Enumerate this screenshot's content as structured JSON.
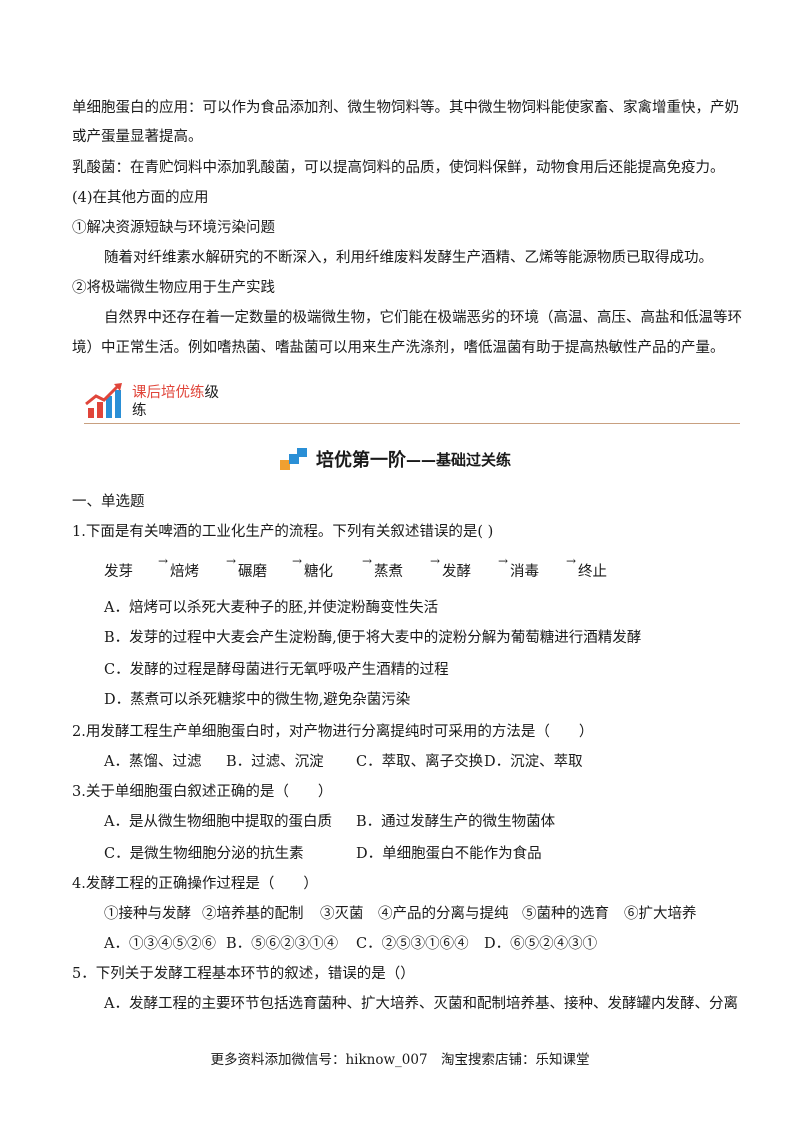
{
  "notes": {
    "l1": "单细胞蛋白的应用：可以作为食品添加剂、微生物饲料等。其中微生物饲料能使家畜、家禽增重快，产奶",
    "l2": "或产蛋量显著提高。",
    "l3": "乳酸菌：在青贮饲料中添加乳酸菌，可以提高饲料的品质，使饲料保鲜，动物食用后还能提高免疫力。",
    "l4": "(4)在其他方面的应用",
    "l5": "①解决资源短缺与环境污染问题",
    "l6": "随着对纤维素水解研究的不断深入，利用纤维废料发酵生产酒精、乙烯等能源物质已取得成功。",
    "l7": "②将极端微生物应用于生产实践",
    "l8": "自然界中还存在着一定数量的极端微生物，它们能在极端恶劣的环境（高温、高压、高盐和低温等环",
    "l9": "境）中正常生活。例如嗜热菌、嗜盐菌可以用来生产洗涤剂，嗜低温菌有助于提高热敏性产品的产量。"
  },
  "banner": {
    "red": "课后培优练",
    "black1": "级",
    "black2": "练"
  },
  "section": {
    "title": "培优第一阶",
    "subtitle": "——基础过关练"
  },
  "heading": "一、单选题",
  "q1": {
    "stem": "1.下面是有关啤酒的工业化生产的流程。下列有关叙述错误的是( )",
    "flow": [
      "发芽",
      "焙烤",
      "碾磨",
      "糖化",
      "蒸煮",
      "发酵",
      "消毒",
      "终止"
    ],
    "arrow": "→",
    "A": "A．焙烤可以杀死大麦种子的胚,并使淀粉酶变性失活",
    "B": "B．发芽的过程中大麦会产生淀粉酶,便于将大麦中的淀粉分解为葡萄糖进行酒精发酵",
    "C": "C．发酵的过程是酵母菌进行无氧呼吸产生酒精的过程",
    "D": "D．蒸煮可以杀死糖浆中的微生物,避免杂菌污染"
  },
  "q2": {
    "stem": "2.用发酵工程生产单细胞蛋白时，对产物进行分离提纯时可采用的方法是（　　）",
    "A": "A．蒸馏、过滤",
    "B": "B．过滤、沉淀",
    "C": "C．萃取、离子交换",
    "D": "D．沉淀、萃取"
  },
  "q3": {
    "stem": "3.关于单细胞蛋白叙述正确的是（　　）",
    "A": "A．是从微生物细胞中提取的蛋白质",
    "B": "B．通过发酵生产的微生物菌体",
    "C": "C．是微生物细胞分泌的抗生素",
    "D": "D．单细胞蛋白不能作为食品"
  },
  "q4": {
    "stem": "4.发酵工程的正确操作过程是（　　）",
    "steps": [
      "①接种与发酵",
      "②培养基的配制",
      "③灭菌",
      "④产品的分离与提纯",
      "⑤菌种的选育",
      "⑥扩大培养"
    ],
    "A": "A．①③④⑤②⑥",
    "B": "B．⑤⑥②③①④",
    "C": "C．②⑤③①⑥④",
    "D": "D．⑥⑤②④③①"
  },
  "q5": {
    "stem": "5．下列关于发酵工程基本环节的叙述，错误的是（）",
    "A": "A．发酵工程的主要环节包括选育菌种、扩大培养、灭菌和配制培养基、接种、发酵罐内发酵、分离"
  },
  "footer": "更多资料添加微信号：hiknow_007　淘宝搜索店铺：乐知课堂",
  "colors": {
    "accent_red": "#e0453a",
    "accent_blue": "#2a8fd6",
    "accent_orange": "#f0a030"
  }
}
